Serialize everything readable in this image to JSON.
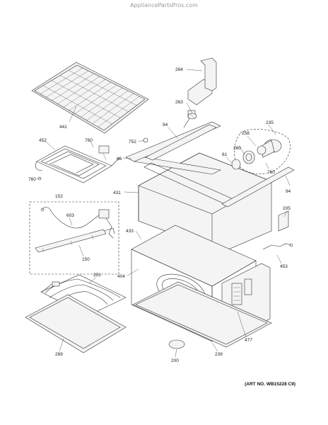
{
  "watermark": "AppliancePartsPros.com",
  "art_number": "(ART NO. WB15228 C9)",
  "callouts": [
    {
      "id": "264",
      "label": "264"
    },
    {
      "id": "263",
      "label": "263"
    },
    {
      "id": "441",
      "label": "441"
    },
    {
      "id": "94a",
      "label": "94"
    },
    {
      "id": "235",
      "label": "235"
    },
    {
      "id": "258",
      "label": "258"
    },
    {
      "id": "752",
      "label": "752"
    },
    {
      "id": "452",
      "label": "452"
    },
    {
      "id": "760a",
      "label": "760"
    },
    {
      "id": "66",
      "label": "66"
    },
    {
      "id": "61",
      "label": "61"
    },
    {
      "id": "260",
      "label": "260"
    },
    {
      "id": "760b",
      "label": "760"
    },
    {
      "id": "760c",
      "label": "760"
    },
    {
      "id": "94b",
      "label": "94"
    },
    {
      "id": "431",
      "label": "431"
    },
    {
      "id": "152",
      "label": "152"
    },
    {
      "id": "205",
      "label": "205"
    },
    {
      "id": "603",
      "label": "603"
    },
    {
      "id": "433",
      "label": "433"
    },
    {
      "id": "150",
      "label": "150"
    },
    {
      "id": "453",
      "label": "453"
    },
    {
      "id": "251",
      "label": "251"
    },
    {
      "id": "404",
      "label": "404"
    },
    {
      "id": "477",
      "label": "477"
    },
    {
      "id": "289",
      "label": "289"
    },
    {
      "id": "200",
      "label": "200"
    },
    {
      "id": "239",
      "label": "239"
    }
  ]
}
